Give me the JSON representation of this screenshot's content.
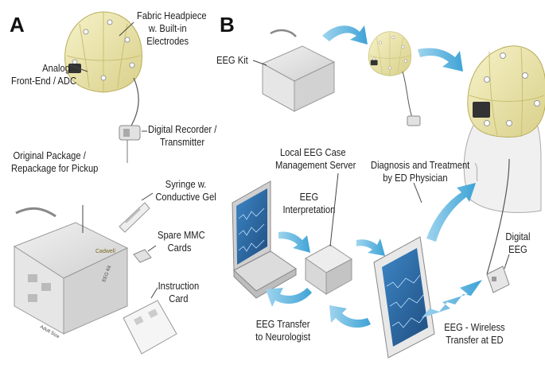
{
  "panels": {
    "a": "A",
    "b": "B"
  },
  "panel_a": {
    "headpiece": [
      "Fabric Headpiece",
      "w. Built-in",
      "Electrodes"
    ],
    "frontend": [
      "Analog",
      "Front-End / ADC"
    ],
    "recorder": [
      "Digital Recorder /",
      "Transmitter"
    ],
    "package": [
      "Original Package /",
      "Repackage for Pickup"
    ],
    "syringe": [
      "Syringe w.",
      "Conductive Gel"
    ],
    "mmc": [
      "Spare MMC",
      "Cards"
    ],
    "card": [
      "Instruction",
      "Card"
    ],
    "box_text": {
      "brand": "Cadwell",
      "side": "EEG Kit",
      "size": "Adult Size"
    }
  },
  "panel_b": {
    "kit": "EEG Kit",
    "server": [
      "Local EEG Case",
      "Management Server"
    ],
    "interp": [
      "EEG",
      "Interpretation"
    ],
    "diagnosis": [
      "Diagnosis and Treatment",
      "by ED Physician"
    ],
    "digital": [
      "Digital",
      "EEG"
    ],
    "transfer_neuro": [
      "EEG Transfer",
      "to Neurologist"
    ],
    "wireless": [
      "EEG - Wireless",
      "Transfer at ED"
    ]
  },
  "colors": {
    "headpiece": "#ede7a6",
    "headpiece_stroke": "#b7ad5a",
    "arrow": "#5fb4dd",
    "line": "#444444",
    "device": "#d9d9d9",
    "screen": "#2d6fa8"
  }
}
